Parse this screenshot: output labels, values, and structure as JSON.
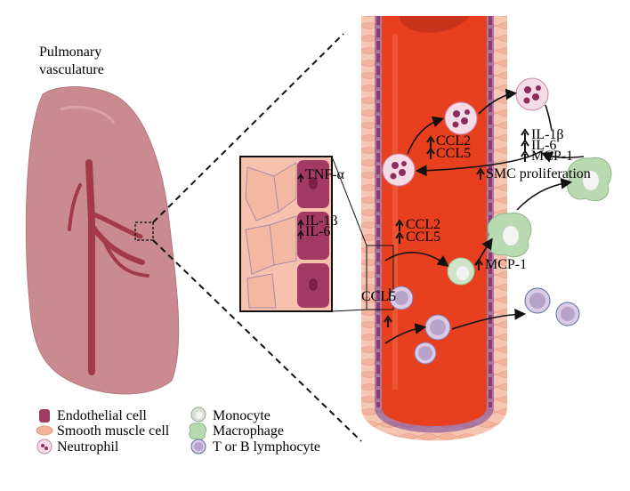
{
  "title_line1": "Pulmonary",
  "title_line2": "vasculature",
  "inset": {
    "tnf": "TNF-α",
    "il1b": "IL-1β",
    "il6": "IL-6"
  },
  "vessel_labels": {
    "ccl2_top": "CCL2",
    "ccl5_top": "CCL5",
    "ccl2_mid": "CCL2",
    "ccl5_mid": "CCL5",
    "ccl5_wall": "CCL5",
    "mcp1_mid": "MCP-1",
    "smc": "SMC proliferation"
  },
  "right_labels": {
    "il1b": "IL-1β",
    "il6": "IL-6",
    "mcp1": "MCP-1"
  },
  "legend": {
    "endothelial": "Endothelial cell",
    "smooth": "Smooth muscle cell",
    "neutrophil": "Neutrophil",
    "monocyte": "Monocyte",
    "macrophage": "Macrophage",
    "lymphocyte": "T or B lymphocyte"
  },
  "colors": {
    "frame": "#c9c0dd",
    "lung": "#c98a90",
    "vessel": "#e8401f",
    "endothelium": "#a33a63",
    "neutrophil_nucleus": "#8c2d5c",
    "macrophage": "#b9d9b0",
    "lymphocyte": "#b7a3c9"
  }
}
